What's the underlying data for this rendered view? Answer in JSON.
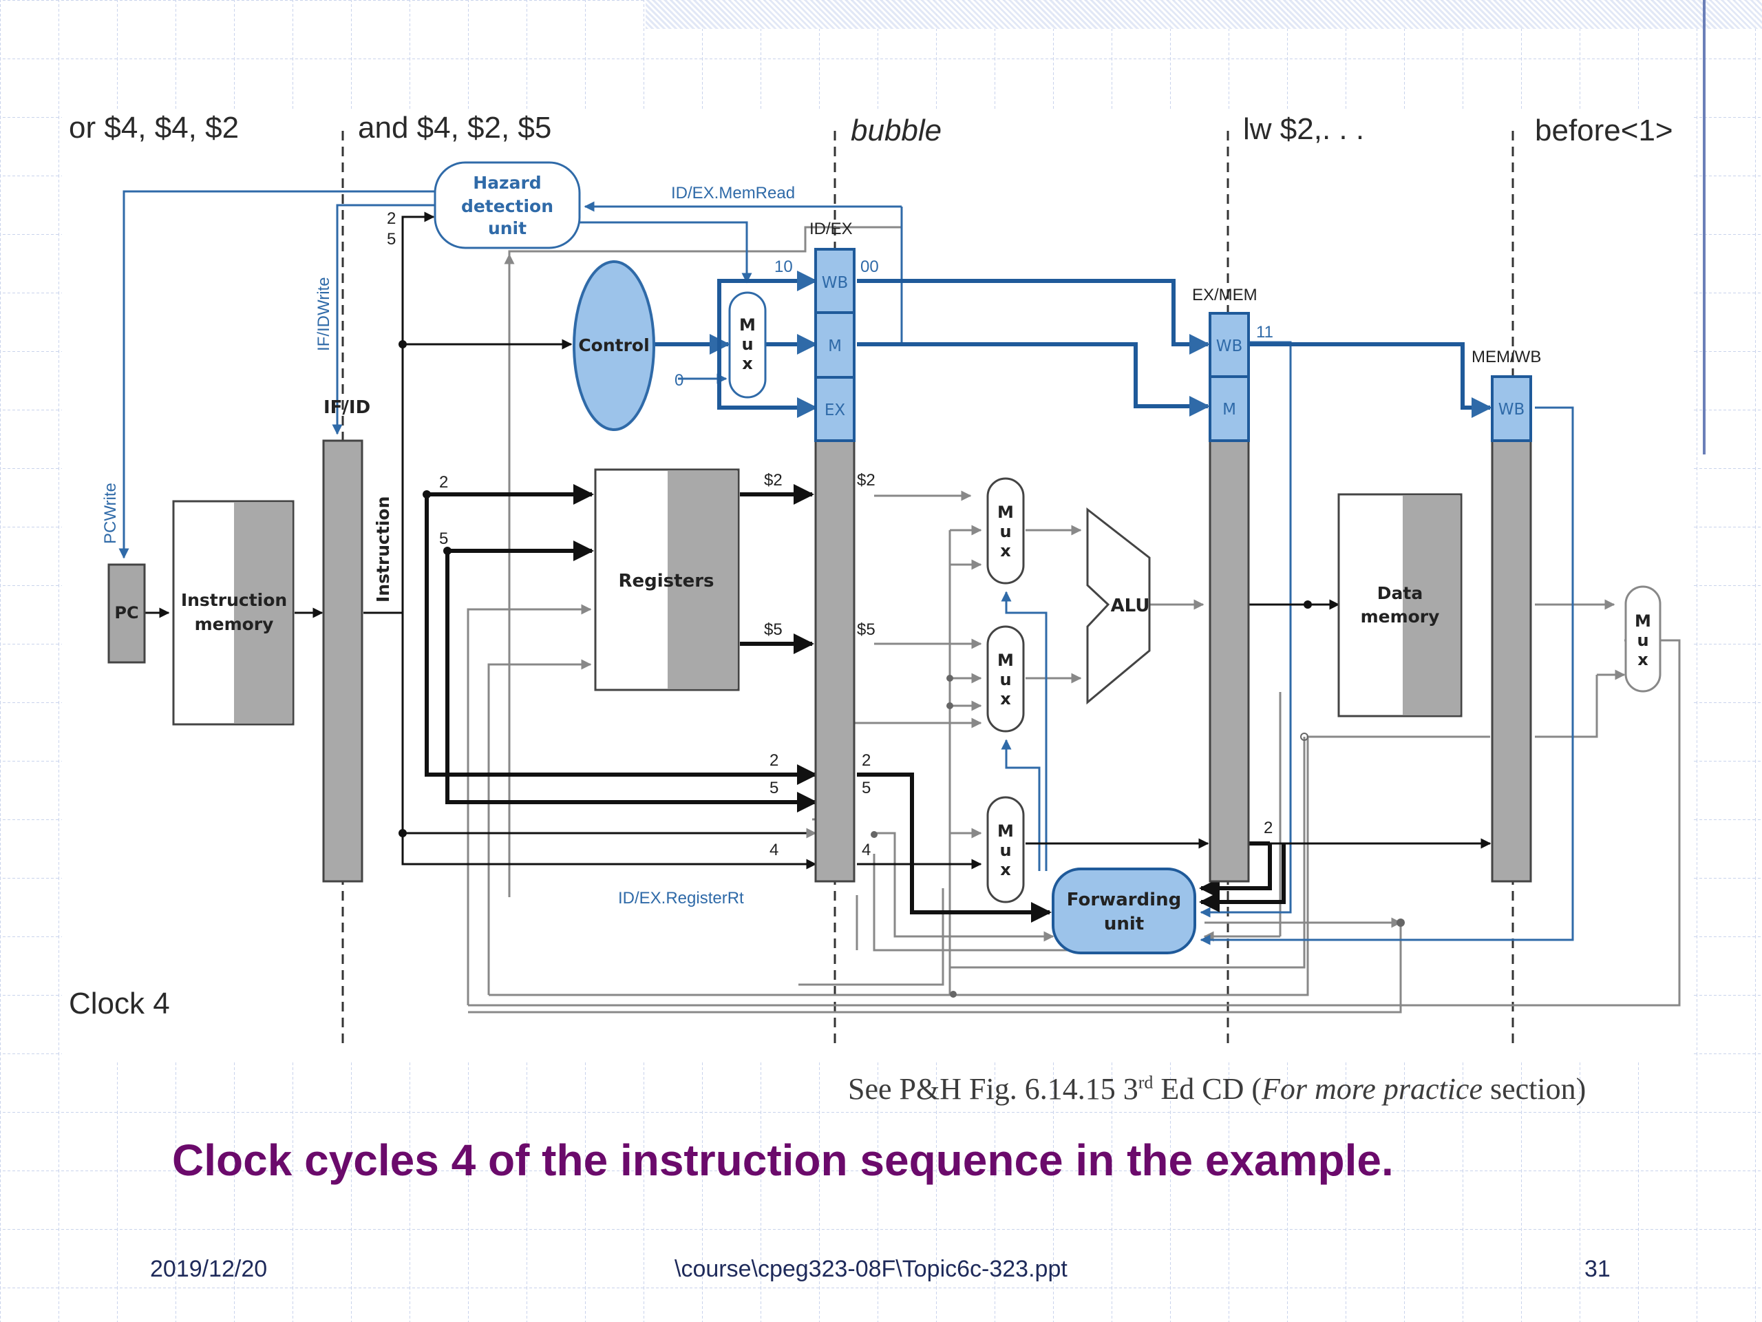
{
  "stages": {
    "s1": "or $4, $4, $2",
    "s2": "and $4, $2, $5",
    "s3": "bubble",
    "s4": "lw $2,. . .",
    "s5": "before<1>"
  },
  "clock": "Clock 4",
  "units": {
    "hazard": [
      "Hazard",
      "detection",
      "unit"
    ],
    "control": "Control",
    "pc": "PC",
    "imem": [
      "Instruction",
      "memory"
    ],
    "registers": "Registers",
    "alu": "ALU",
    "dmem": [
      "Data",
      "memory"
    ],
    "forwarding": [
      "Forwarding",
      "unit"
    ],
    "mux": [
      "M",
      "u",
      "x"
    ],
    "instruction": "Instruction"
  },
  "pipeline_regs": {
    "ifid": "IF/ID",
    "idex": "ID/EX",
    "exmem": "EX/MEM",
    "memwb": "MEM/WB",
    "wb": "WB",
    "m": "M",
    "ex": "EX"
  },
  "signals": {
    "idex_memread": "ID/EX.MemRead",
    "idex_registerrt": "ID/EX.RegisterRt",
    "ifidwrite": "IF/IDWrite",
    "pcwrite": "PCWrite",
    "zero": "0",
    "v10": "10",
    "v00": "00",
    "v11": "11",
    "r2": "2",
    "r5": "5",
    "r4": "4",
    "d2": "$2",
    "d5": "$5"
  },
  "caption": {
    "prefix": "See P&H Fig. 6.14.15 3",
    "sup": "rd",
    "mid": " Ed CD (",
    "italic": "For more practice",
    "suffix": " section)"
  },
  "title": "Clock cycles 4 of the instruction sequence in the example.",
  "footer": {
    "date": "2019/12/20",
    "path": "\\course\\cpeg323-08F\\Topic6c-323.ppt",
    "page": "31"
  },
  "colors": {
    "title": "#6b0a6b",
    "accent_blue": "#2f6aa8",
    "unit_fill": "#9cc3ea",
    "grid": "#c9d3ec"
  }
}
